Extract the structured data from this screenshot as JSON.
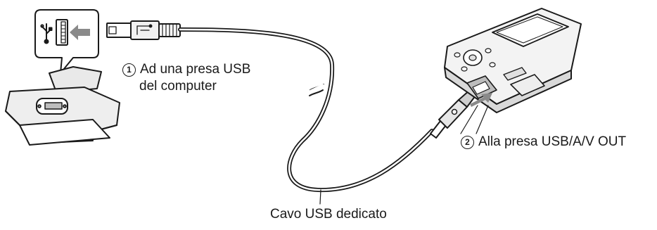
{
  "labels": {
    "computer_num": "1",
    "computer_line1": "Ad una presa USB",
    "computer_line2": "del computer",
    "camera_num": "2",
    "camera_text": "Alla presa USB/A/V OUT",
    "cable_text": "Cavo USB dedicato"
  },
  "icons": [
    "usb-symbol-icon",
    "usb-port-icon",
    "arrow-left-icon"
  ],
  "colors": {
    "line": "#1a1a1a",
    "fill_light": "#e6e6e6",
    "fill_mid": "#bdbdbd",
    "arrow": "#8a8a8a"
  }
}
